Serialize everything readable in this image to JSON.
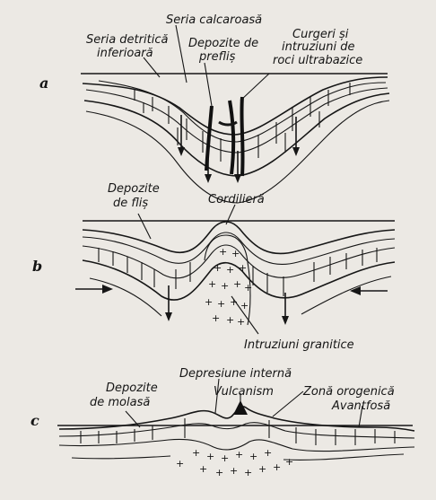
{
  "panels": {
    "a": {
      "letter": "a",
      "labels": {
        "seria_calcaroasa": "Seria calcaroasă",
        "seria_detritica_1": "Seria detritică",
        "seria_detritica_2": "inferioară",
        "depozite_prefllis_1": "Depozite de",
        "depozite_prefllis_2": "prefliș",
        "curgeri_1": "Curgeri și",
        "curgeri_2": "intruziuni de",
        "curgeri_3": "roci ultrabazice"
      }
    },
    "b": {
      "letter": "b",
      "labels": {
        "depozite_flis_1": "Depozite",
        "depozite_flis_2": "de fliș",
        "cordiliera": "Cordilieră",
        "intruziuni_granitice": "Intruziuni granitice"
      }
    },
    "c": {
      "letter": "c",
      "labels": {
        "depozite_molasa_1": "Depozite",
        "depozite_molasa_2": "de molasă",
        "depresiune_interna": "Depresiune internă",
        "vulcanism": "Vulcanism",
        "zona_orogenica": "Zonă orogenică",
        "avantfosa": "Avantfosă"
      }
    }
  }
}
